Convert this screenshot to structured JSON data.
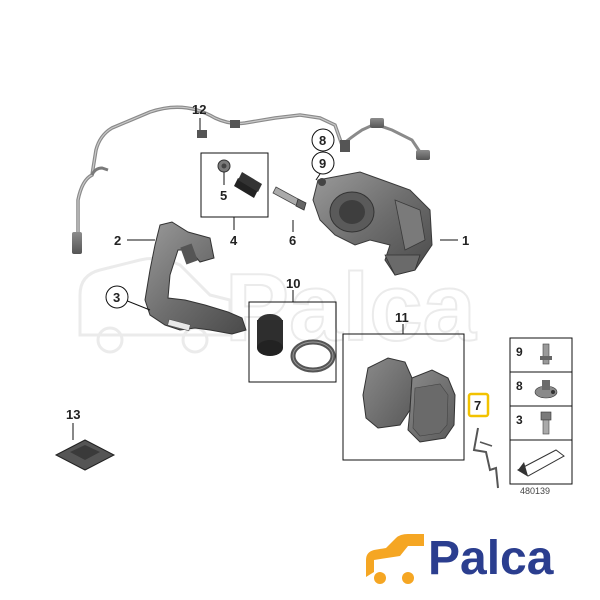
{
  "diagram": {
    "document_number": "480139",
    "watermark_text": "Palca",
    "callouts": [
      {
        "id": "1",
        "label": "1"
      },
      {
        "id": "2",
        "label": "2"
      },
      {
        "id": "3",
        "label": "3"
      },
      {
        "id": "4",
        "label": "4"
      },
      {
        "id": "5",
        "label": "5"
      },
      {
        "id": "6",
        "label": "6"
      },
      {
        "id": "7",
        "label": "7"
      },
      {
        "id": "8",
        "label": "8"
      },
      {
        "id": "9",
        "label": "9"
      },
      {
        "id": "10",
        "label": "10"
      },
      {
        "id": "11",
        "label": "11"
      },
      {
        "id": "12",
        "label": "12"
      },
      {
        "id": "13",
        "label": "13"
      }
    ],
    "legend": [
      {
        "label": "9"
      },
      {
        "label": "8"
      },
      {
        "label": "3"
      }
    ],
    "highlight_color": "#f2c200"
  },
  "brand": {
    "name": "Palca",
    "color": "#2b3e8f",
    "accent": "#f5a623"
  }
}
